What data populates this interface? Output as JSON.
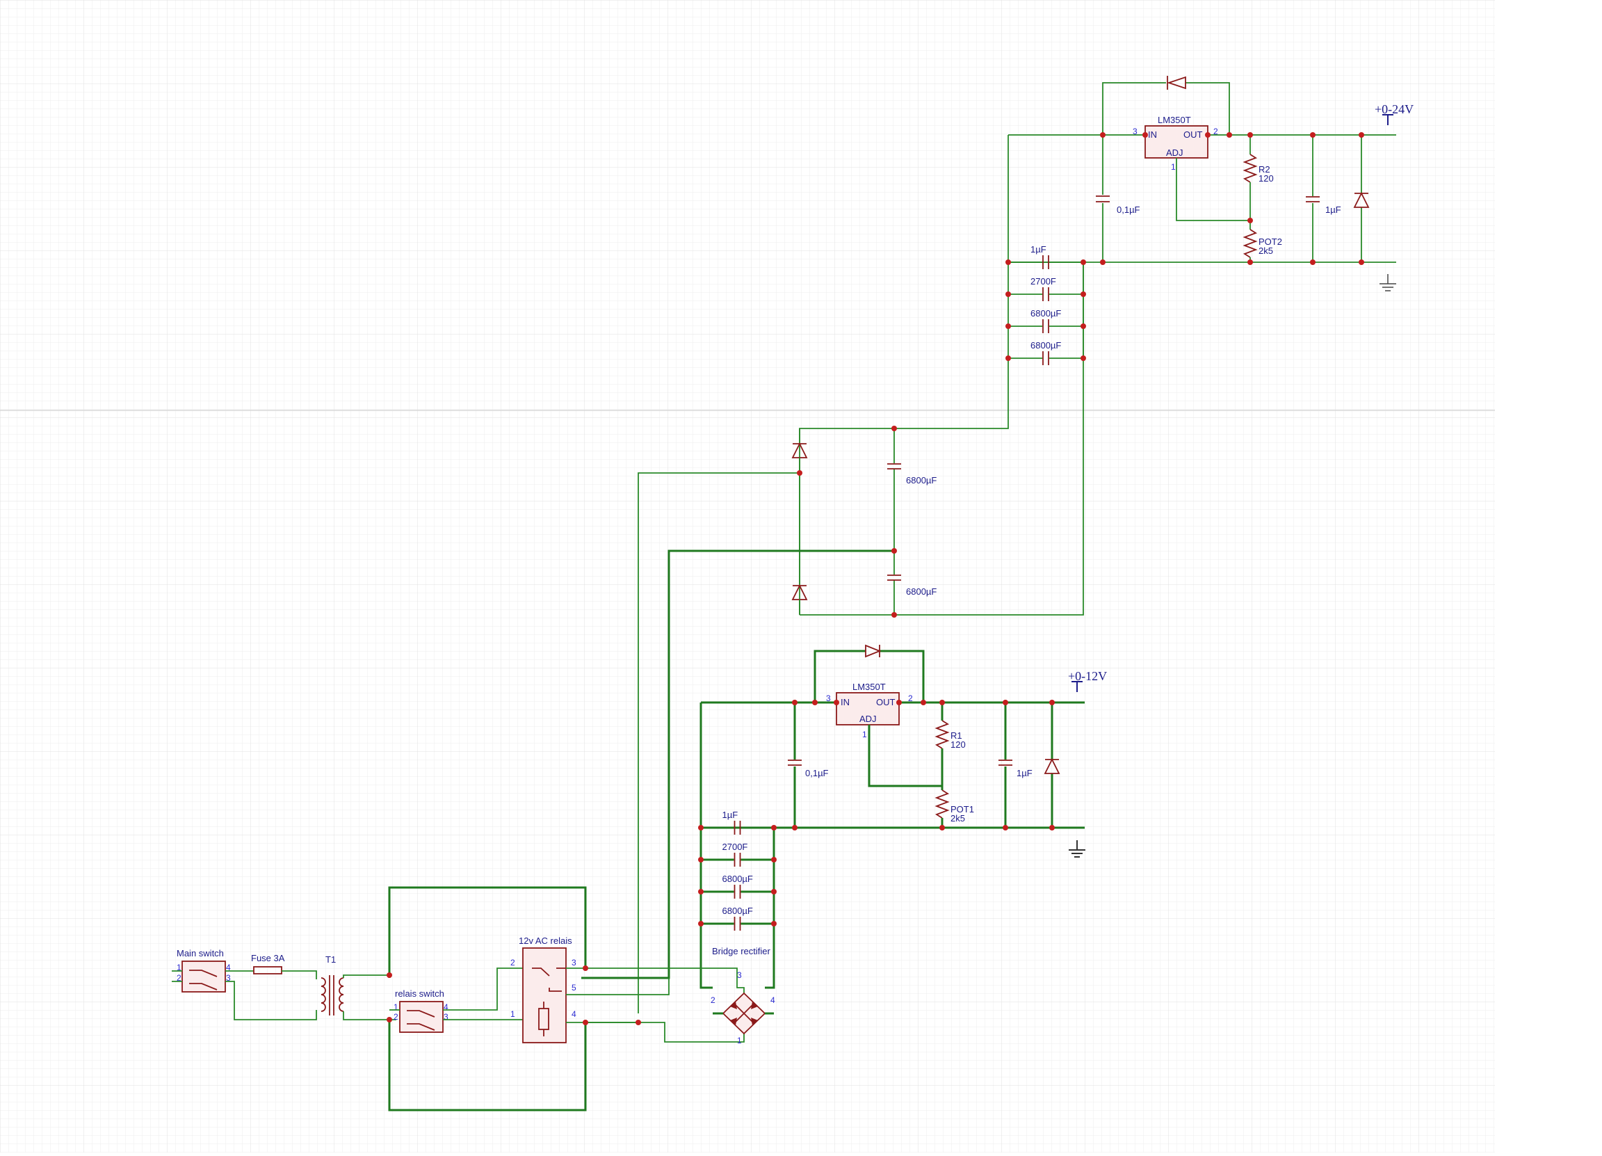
{
  "colors": {
    "wire": "#2a8a2a",
    "component": "#8b1a1a",
    "junction": "#c41e1e",
    "label": "#1c1c8a",
    "pin_number": "#2a2ad0",
    "grid": "#e6e6e6"
  },
  "regulator_24v": {
    "ic_name": "LM350T",
    "pin_in": "IN",
    "pin_out": "OUT",
    "pin_adj": "ADJ",
    "pin3": "3",
    "pin2": "2",
    "pin1": "1",
    "c_in": "0,1µF",
    "r_name": "R2",
    "r_value": "120",
    "pot_name": "POT2",
    "pot_value": "2k5",
    "c_out": "1µF",
    "rail_label": "+0-24V",
    "filter_caps": [
      "1µF",
      "2700F",
      "6800µF",
      "6800µF"
    ],
    "rectifier_caps": [
      "6800µF",
      "6800µF"
    ]
  },
  "regulator_12v": {
    "ic_name": "LM350T",
    "pin_in": "IN",
    "pin_out": "OUT",
    "pin_adj": "ADJ",
    "pin3": "3",
    "pin2": "2",
    "pin1": "1",
    "c_in": "0,1µF",
    "r_name": "R1",
    "r_value": "120",
    "pot_name": "POT1",
    "pot_value": "2k5",
    "c_out": "1µF",
    "rail_label": "+0-12V",
    "filter_caps": [
      "1µF",
      "2700F",
      "6800µF",
      "6800µF"
    ]
  },
  "input_stage": {
    "main_switch": "Main switch",
    "fuse": "Fuse 3A",
    "transformer": "T1",
    "relais_switch": "relais switch",
    "relay": "12v AC relais",
    "bridge": "Bridge rectifier",
    "pins": {
      "sw1": "1",
      "sw2": "2",
      "sw3": "3",
      "sw4": "4",
      "rs1": "1",
      "rs2": "2",
      "rs3": "3",
      "rs4": "4",
      "rl1": "1",
      "rl2": "2",
      "rl3": "3",
      "rl4": "4",
      "rl5": "5",
      "br1": "1",
      "br2": "2",
      "br3": "3",
      "br4": "4"
    }
  }
}
